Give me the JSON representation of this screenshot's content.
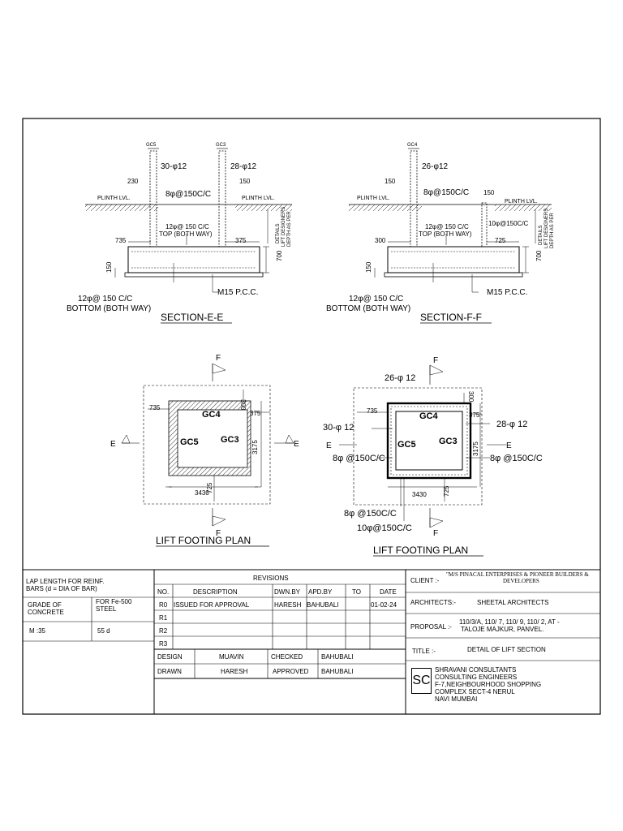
{
  "section_e": {
    "title": "SECTION-E-E",
    "col_left": "GC5",
    "col_right": "GC3",
    "bars_left": "30-φ12",
    "bars_right": "28-φ12",
    "dim_230": "230",
    "dim_150": "150",
    "stirrups": "8φ@150C/C",
    "plinth_left": "PLINTH LVL.",
    "plinth_right": "PLINTH LVL.",
    "top_bars_1": "12φ@ 150 C/C",
    "top_bars_2": "TOP (BOTH WAY)",
    "dim_735": "735",
    "dim_375": "375",
    "dim_700": "700",
    "dim_150_side": "150",
    "depth_note_1": "DETAILS",
    "depth_note_2": "LIFT DESIGNERS",
    "depth_note_3": "DEPTH AS PER",
    "bottom_bars_1": "12φ@ 150 C/C",
    "bottom_bars_2": "BOTTOM (BOTH WAY)",
    "pcc": "M15 P.C.C."
  },
  "section_f": {
    "title": "SECTION-F-F",
    "col": "GC4",
    "bars": "26-φ12",
    "dim_150_a": "150",
    "dim_150_b": "150",
    "stirrups": "8φ@150C/C",
    "stirrups_right": "10φ@150C/C",
    "plinth_left": "PLINTH LVL.",
    "plinth_right": "PLINTH LVL.",
    "top_bars_1": "12φ@ 150 C/C",
    "top_bars_2": "TOP (BOTH WAY)",
    "dim_300": "300",
    "dim_725": "725",
    "dim_700": "700",
    "dim_150_side": "150",
    "depth_note_1": "DETAILS",
    "depth_note_2": "LIFT DESIGNERS",
    "depth_note_3": "DEPTH AS PER",
    "bottom_bars_1": "12φ@ 150 C/C",
    "bottom_bars_2": "BOTTOM (BOTH WAY)",
    "pcc": "M15 P.C.C."
  },
  "plan_left": {
    "title": "LIFT FOOTING PLAN",
    "gc4": "GC4",
    "gc5": "GC5",
    "gc3": "GC3",
    "dim_735": "735",
    "dim_300": "300",
    "dim_375": "375",
    "dim_3175": "3175",
    "dim_3430": "3430",
    "dim_725": "725",
    "f_top": "F",
    "f_bottom": "F",
    "e_left": "E",
    "e_right": "E"
  },
  "plan_right": {
    "title": "LIFT FOOTING PLAN",
    "gc4": "GC4",
    "gc5": "GC5",
    "gc3": "GC3",
    "bars_top": "26-φ 12",
    "bars_left": "30-φ 12",
    "bars_right": "28-φ 12",
    "stir_left": "8φ @150C/C",
    "stir_right": "8φ @150C/C",
    "stir_bottom": "8φ @150C/C",
    "stir_bottom_2": "10φ@150C/C",
    "dim_735": "735",
    "dim_300": "300",
    "dim_375": "375",
    "dim_3175": "3175",
    "dim_3430": "3430",
    "dim_725": "725",
    "f_top": "F",
    "f_bottom": "F",
    "e_left": "E",
    "e_right": "E"
  },
  "title_block": {
    "lap_1": "LAP LENGTH FOR REINF.",
    "lap_2": "BARS (d = DIA OF BAR)",
    "grade_1": "GRADE OF",
    "grade_2": "CONCRETE",
    "steel_1": "FOR Fe-500",
    "steel_2": "STEEL",
    "m35": "M :35",
    "d55": "55 d",
    "revisions": "REVISIONS",
    "h_no": "NO.",
    "h_desc": "DESCRIPTION",
    "h_dwn": "DWN.BY",
    "h_apd": "APD.BY",
    "h_to": "TO",
    "h_date": "DATE",
    "r0": "R0",
    "r0_desc": "ISSUED FOR APPROVAL",
    "r0_dwn": "HARESH",
    "r0_apd": "BAHUBALI",
    "r0_date": "01-02-24",
    "r1": "R1",
    "r2": "R2",
    "r3": "R3",
    "design": "DESIGN",
    "design_by": "MUAVIN",
    "checked": "CHECKED",
    "checked_by": "BAHUBALI",
    "drawn": "DRAWN",
    "drawn_by": "HARESH",
    "approved": "APPROVED",
    "approved_by": "BAHUBALI",
    "client_label": "CLIENT :-",
    "client_1": "\"M/S PINACAL ENTERPRISES & PIONEER BUILDERS &",
    "client_2": "DEVELOPERS",
    "arch_label": "ARCHITECTS:-",
    "arch": "SHEETAL ARCHITECTS",
    "proposal_label": "PROPOSAL :-",
    "proposal_1": "110/3/A, 110/ 7,  110/ 9, 110/ 2, AT -",
    "proposal_2": "TALOJE MAJKUR, PANVEL.",
    "title_label": "TITLE :-",
    "title": "DETAIL OF LIFT SECTION",
    "logo": "SC",
    "firm_1": "SHRAVANI CONSULTANTS",
    "firm_2": "CONSULTING ENGINEERS",
    "firm_3": "F-7,NEIGHBOURHOOD SHOPPING",
    "firm_4": "COMPLEX SECT-4 NERUL",
    "firm_5": "NAVI MUMBAI"
  }
}
